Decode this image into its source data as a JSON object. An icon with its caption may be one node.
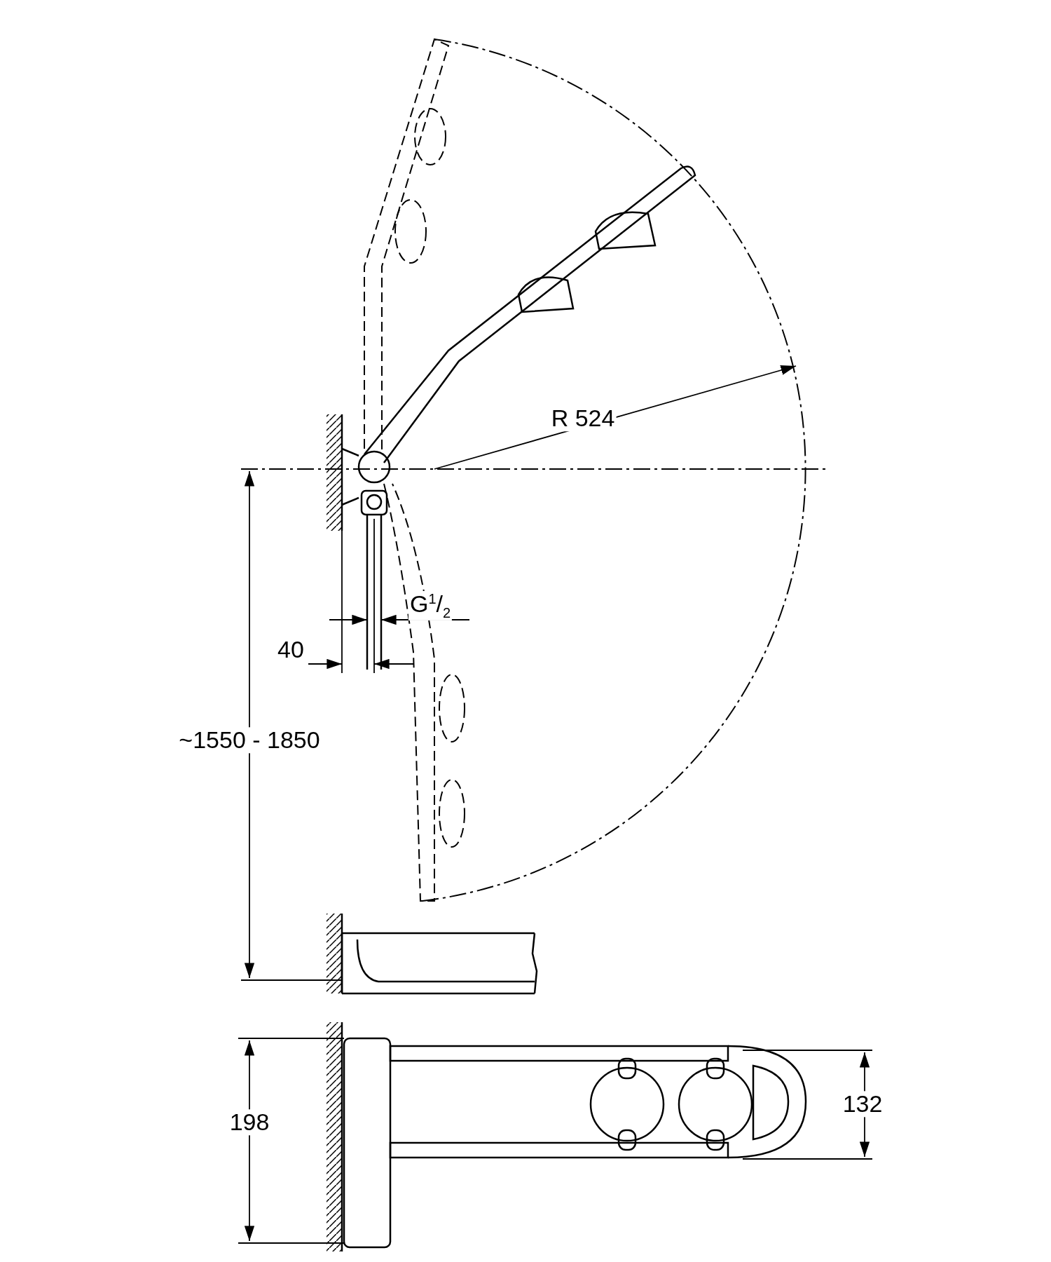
{
  "diagram": {
    "labels": [
      "R 524",
      "G$^{1}$/$_{2}$",
      "40",
      "~1550 - 1850",
      "198",
      "132"
    ]
  }
}
